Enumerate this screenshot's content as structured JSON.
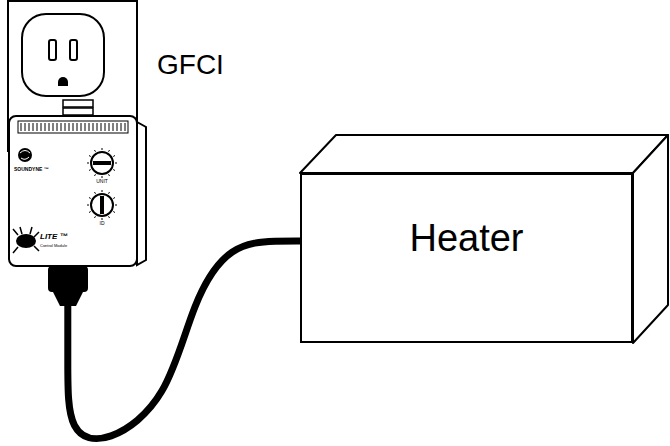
{
  "diagram": {
    "nodes": [
      {
        "text": [
          "SOUNDYNE ™",
          "UNIT",
          "ID",
          "LITE ™",
          "Control Module"
        ]
      },
      {
        "text": [
          "Heater"
        ]
      }
    ],
    "edges": [
      {
        "from": 0,
        "to": 1,
        "arrow": "none"
      }
    ],
    "labels": [
      "GFCI"
    ]
  }
}
